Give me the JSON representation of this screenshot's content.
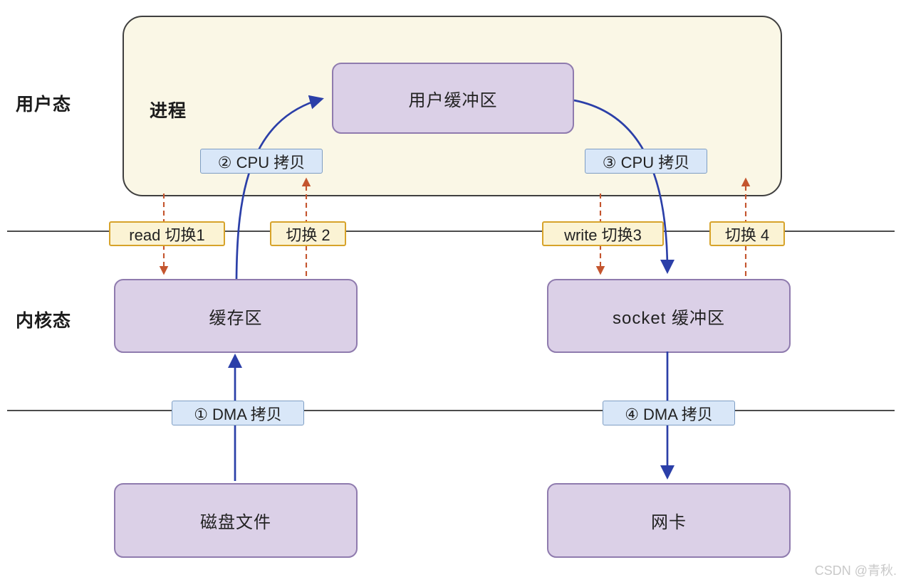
{
  "page": {
    "watermark": "CSDN @青秋."
  },
  "labels": {
    "user_mode": "用户态",
    "kernel_mode": "内核态",
    "process": "进程"
  },
  "boxes": {
    "user_buffer": "用户缓冲区",
    "kernel_buffer": "缓存区",
    "socket_buffer": "socket 缓冲区",
    "disk_file": "磁盘文件",
    "nic": "网卡"
  },
  "chips": {
    "dma_copy_1": "① DMA 拷贝",
    "cpu_copy_2": "② CPU 拷贝",
    "cpu_copy_3": "③ CPU 拷贝",
    "dma_copy_4": "④ DMA 拷贝",
    "switch_read_1": "read 切换1",
    "switch_2": "切换 2",
    "switch_write_3": "write 切换3",
    "switch_4": "切换 4"
  },
  "colors": {
    "process_fill": "#FAF7E6",
    "process_border": "#3f3f3f",
    "buffer_fill": "#DBD0E7",
    "buffer_border": "#8f7bae",
    "copy_chip_fill": "#D9E7F8",
    "copy_chip_border": "#7e9ec4",
    "switch_chip_fill": "#FBF3D4",
    "switch_chip_border": "#D7A32A",
    "copy_arrow": "#2b3fa8",
    "switch_arrow": "#c4552e",
    "boundary_line": "#333333"
  }
}
